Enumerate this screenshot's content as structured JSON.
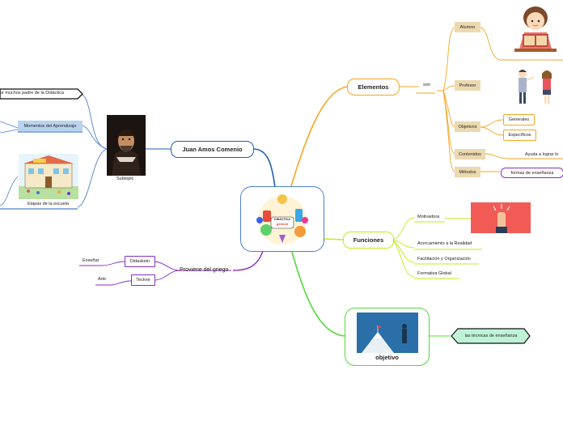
{
  "center": {
    "title": "DIDÁCTICA",
    "subtitle": "general"
  },
  "branches": {
    "elementos": {
      "label": "Elementos",
      "son": "son",
      "items": {
        "alumno": "Alumno",
        "profesor": "Profesor",
        "objetivos": "Objetivos",
        "contenidos": "Contenidos",
        "metodos": "Métodos"
      },
      "objetivos_sub": {
        "generales": "Generales",
        "especificos": "Específicos"
      },
      "contenidos_note": "Ayuda a lograr lo",
      "metodos_note": "formas de enseñanza"
    },
    "comenio": {
      "label": "Juan Amos Comenio",
      "left_items": {
        "top": "or muchos padre de la Didáctica",
        "momentos": "Momentos del Aprendizaje",
        "etapas": "Etapas de la escuela"
      },
      "portrait_caption": "Subtopic"
    },
    "funciones": {
      "label": "Funciones",
      "items": {
        "motivadora": "Motivadora",
        "acercamiento": "Acercamiento a la Realidad",
        "facilitacion": "Facilitación y Organización",
        "formativa": "Formativa Global"
      }
    },
    "griego": {
      "label": "Proviene del griego",
      "items": {
        "didaskein": "Didaskein",
        "teckne": "Teckne"
      },
      "meanings": {
        "ensenar": "Enseñar",
        "arte": "Arte"
      }
    },
    "objetivo": {
      "label": "objetivo",
      "note": "las técnicas de enseñanza"
    }
  },
  "colors": {
    "orange": "#f5a623",
    "blue": "#1e5fb4",
    "green": "#8be04e",
    "lime": "#c9e619",
    "purple": "#8a2ec7",
    "tan": "#ecd9b0",
    "school_tag": "#b9d3ef",
    "teal": "#bff3d8"
  }
}
